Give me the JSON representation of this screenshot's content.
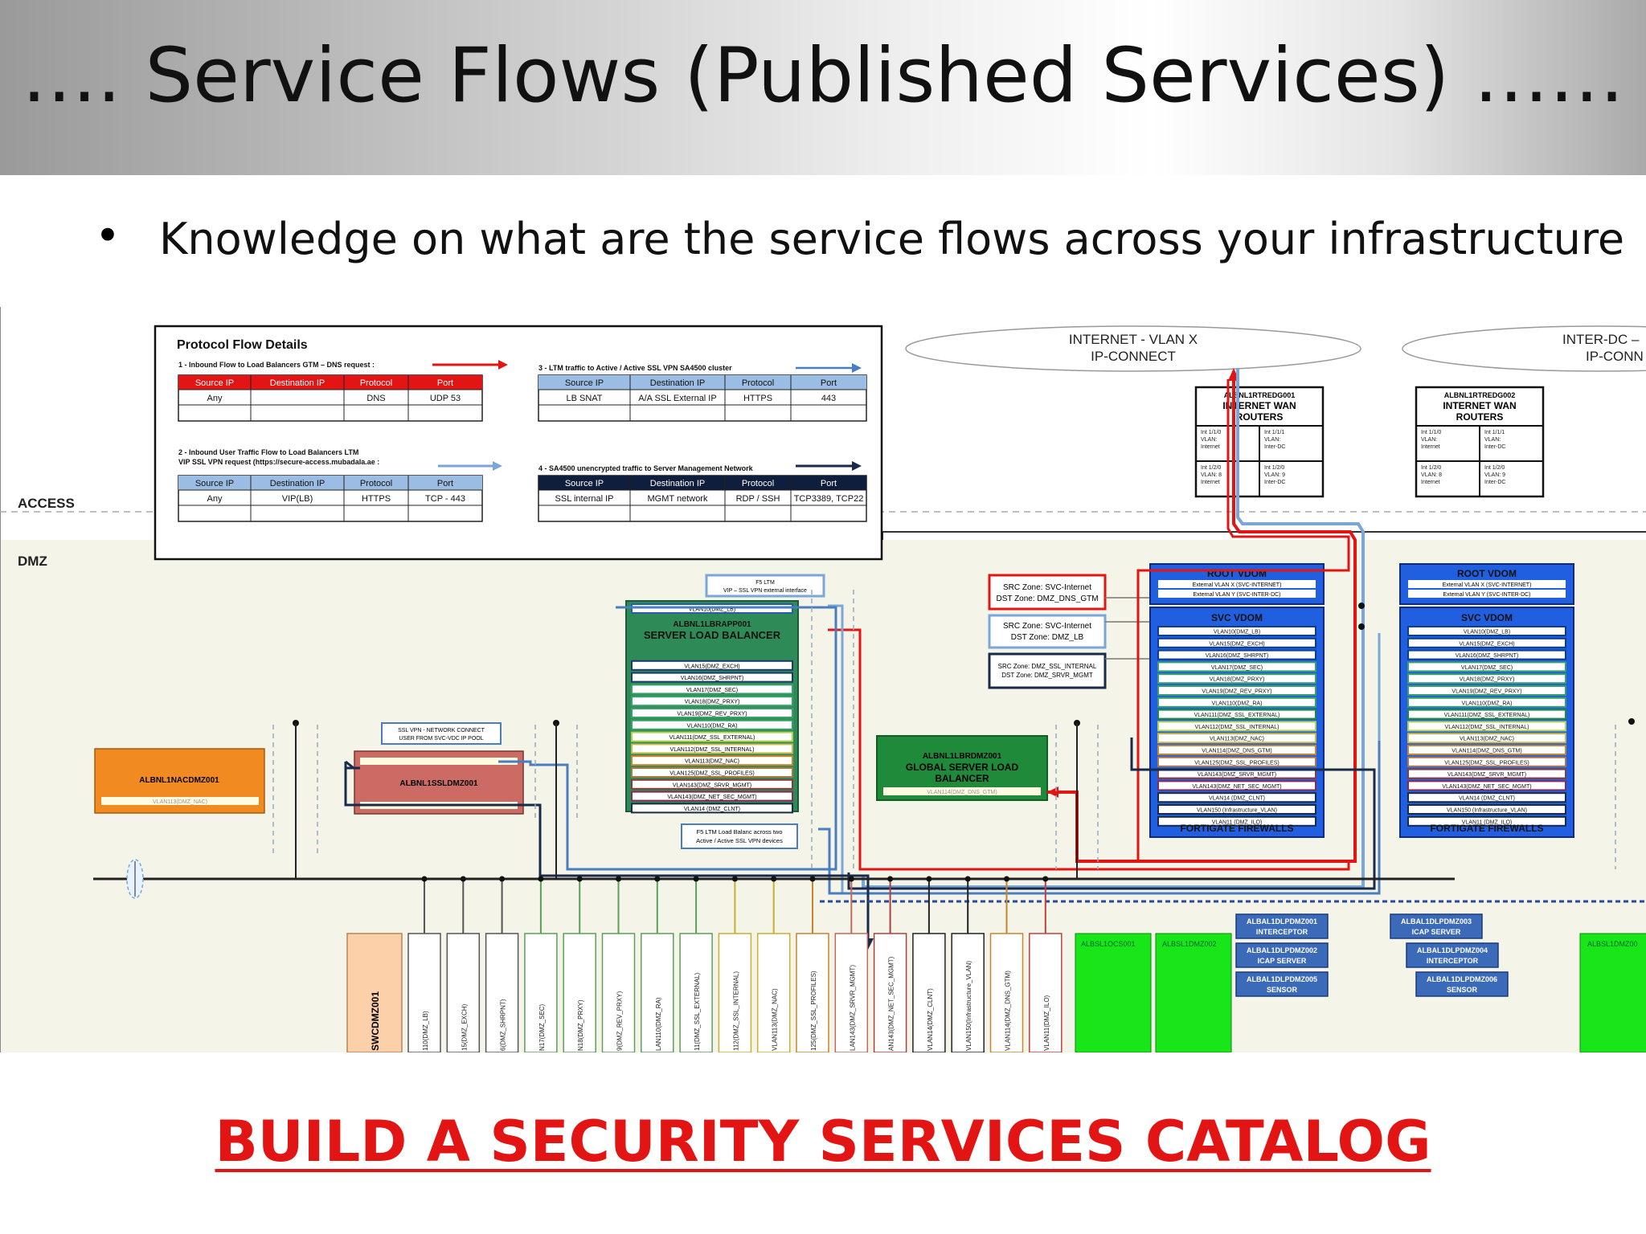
{
  "slide": {
    "title": "…. Service Flows (Published Services) ……",
    "bullet": "Knowledge on what are the service flows across your infrastructure",
    "bullet_symbol": "•",
    "footer_cta": "BUILD A SECURITY SERVICES CATALOG"
  },
  "zones": {
    "access": "ACCESS",
    "dmz": "DMZ"
  },
  "clouds": {
    "internet_line1": "INTERNET - VLAN X",
    "internet_line2": "IP-CONNECT",
    "interdc_line1": "INTER-DC –",
    "interdc_line2": "IP-CONN"
  },
  "protocol": {
    "title": "Protocol Flow Details",
    "flow1": "1 - Inbound Flow to Load Balancers GTM – DNS request  :",
    "flow2a": "2 - Inbound User Traffic Flow to Load Balancers LTM",
    "flow2b": "VIP SSL VPN request (https://secure-access.mubadala.ae :",
    "flow3": "3 - LTM traffic to Active / Active SSL VPN SA4500 cluster",
    "flow4": "4 - SA4500 unencrypted traffic to Server Management Network",
    "headers": [
      "Source IP",
      "Destination IP",
      "Protocol",
      "Port"
    ],
    "t1": [
      "Any",
      "",
      "DNS",
      "UDP 53"
    ],
    "t2": [
      "Any",
      "VIP(LB)",
      "HTTPS",
      "TCP - 443"
    ],
    "t3": [
      "LB SNAT",
      "A/A SSL External IP",
      "HTTPS",
      "443"
    ],
    "t4": [
      "SSL internal IP",
      "MGMT network",
      "RDP / SSH",
      "TCP3389, TCP22"
    ]
  },
  "routers": {
    "r1": [
      "ALBNL1RTREDG001",
      "INTERNET WAN",
      "ROUTERS"
    ],
    "r2": [
      "ALBNL1RTREDG002",
      "INTERNET WAN",
      "ROUTERS"
    ],
    "port_a": [
      "Int 1/1/0",
      "VLAN:",
      "Internet"
    ],
    "port_b": [
      "Int 1/1/1",
      "VLAN:",
      "Inter-DC"
    ],
    "port_c": [
      "Int 1/2/0",
      "VLAN: 8",
      "Internet"
    ],
    "port_d": [
      "Int 1/2/0",
      "VLAN: 9",
      "Inter-DC"
    ]
  },
  "fortigate": {
    "root": "ROOT VDOM",
    "root_ext1": "External VLAN X (SVC-INTERNET)",
    "root_ext2": "External VLAN Y (SVC-INTER-DC)",
    "svc": "SVC VDOM",
    "footer": "FORTIGATE FIREWALLS",
    "vlans": [
      "VLAN10(DMZ_LB)",
      "VLAN15(DMZ_EXCH)",
      "VLAN16(DMZ_SHRPNT)",
      "VLAN17(DMZ_SEC)",
      "VLAN18(DMZ_PRXY)",
      "VLAN19(DMZ_REV_PRXY)",
      "VLAN110(DMZ_RA)",
      "VLAN111(DMZ_SSL_EXTERNAL)",
      "VLAN112(DMZ_SSL_INTERNAL)",
      "VLAN113(DMZ_NAC)",
      "VLAN114(DMZ_DNS_GTM)",
      "VLAN125(DMZ_SSL_PROFILES)",
      "VLAN143(DMZ_SRVR_MGMT)",
      "VLAN143(DMZ_NET_SEC_MGMT)",
      "VLAN14 (DMZ_CLNT)",
      "VLAN150 (Infrastructure_VLAN)",
      "VLAN11 (DMZ_ILO)"
    ]
  },
  "zone_notes": {
    "z1a": "SRC Zone: SVC-Internet",
    "z1b": "DST Zone: DMZ_DNS_GTM",
    "z2a": "SRC Zone: SVC-Internet",
    "z2b": "DST Zone: DMZ_LB",
    "z3a": "SRC Zone: DMZ_SSL_INTERNAL",
    "z3b": "DST Zone: DMZ_SRVR_MGMT"
  },
  "slb": {
    "name": "ALBNL1LBRAPP001",
    "role": "SERVER LOAD BALANCER",
    "vlans": [
      "VLAN10(DMZ_LB)",
      "VLAN15(DMZ_EXCH)",
      "VLAN16(DMZ_SHRPNT)",
      "VLAN17(DMZ_SEC)",
      "VLAN18(DMZ_PRXY)",
      "VLAN19(DMZ_REV_PRXY)",
      "VLAN110(DMZ_RA)",
      "VLAN111(DMZ_SSL_EXTERNAL)",
      "VLAN112(DMZ_SSL_INTERNAL)",
      "VLAN113(DMZ_NAC)",
      "VLAN125(DMZ_SSL_PROFILES)",
      "VLAN143(DMZ_SRVR_MGMT)",
      "VLAN143(DMZ_NET_SEC_MGMT)",
      "VLAN14 (DMZ_CLNT)"
    ],
    "f5_ltm_1": "F5 LTM",
    "f5_ltm_2": "VIP – SSL VPN external interface",
    "f5_bal_1": "F5 LTM Load Balanc across two",
    "f5_bal_2": "Active / Active SSL VPN devices"
  },
  "gslb": {
    "l1": "ALBNL1LBRDMZ001",
    "l2": "GLOBAL SERVER LOAD",
    "l3": "BALANCER",
    "vlan": "VLAN114(DMZ_DNS_GTM)"
  },
  "nac": {
    "name": "ALBNL1NACDMZ001",
    "vlan": "VLAN113(DMZ_NAC)"
  },
  "ssl": {
    "name": "ALBNL1SSLDMZ001",
    "note1": "SSL VPN - NETWORK CONNECT",
    "note2": "USER FROM SVC-VDC IP POOL"
  },
  "bottom": {
    "switch": "SWCDMZ001",
    "vlan_cols": [
      "110(DMZ_LB)",
      "15(DMZ_EXCH)",
      "6(DMZ_SHRPNT)",
      "N17(DMZ_SEC)",
      "N18(DMZ_PRXY)",
      "9(DMZ_REV_PRXY)",
      "LAN110(DMZ_RA)",
      "11(DMZ_SSL_EXTERNAL)",
      "112(DMZ_SSL_INTERNAL)",
      "VLAN113(DMZ_NAC)",
      "125(DMZ_SSL_PROFILES)",
      "LAN143(DMZ_SRVR_MGMT)",
      "AN143(DMZ_NET_SEC_MGMT)",
      "VLAN14(DMZ_CLNT)",
      "VLAN150(Infrastructure_VLAN)",
      "VLAN114(DMZ_DNS_GTM)",
      "VLAN11(DMZ_ILO)"
    ],
    "green1": "ALBSL1OCS001",
    "green2": "ALBSL1DMZ002",
    "green3": "ALBSL1DMZ00",
    "dlp": [
      [
        "ALBAL1DLPDMZ001",
        "INTERCEPTOR"
      ],
      [
        "ALBAL1DLPDMZ002",
        "ICAP SERVER"
      ],
      [
        "ALBAL1DLPDMZ005",
        "SENSOR"
      ],
      [
        "ALBAL1DLPDMZ003",
        "ICAP SERVER"
      ],
      [
        "ALBAL1DLPDMZ004",
        "INTERCEPTOR"
      ],
      [
        "ALBAL1DLPDMZ006",
        "SENSOR"
      ]
    ]
  },
  "colors": {
    "red": "#e31414",
    "blue_flow": "#7aa6d8",
    "navy": "#1a2a4a",
    "fortigate": "#1f5fe0",
    "slb_green": "#2e8b57",
    "gslb_green": "#1f8a3a",
    "nac_orange": "#f28a22",
    "ssl_red": "#cc6b64"
  }
}
